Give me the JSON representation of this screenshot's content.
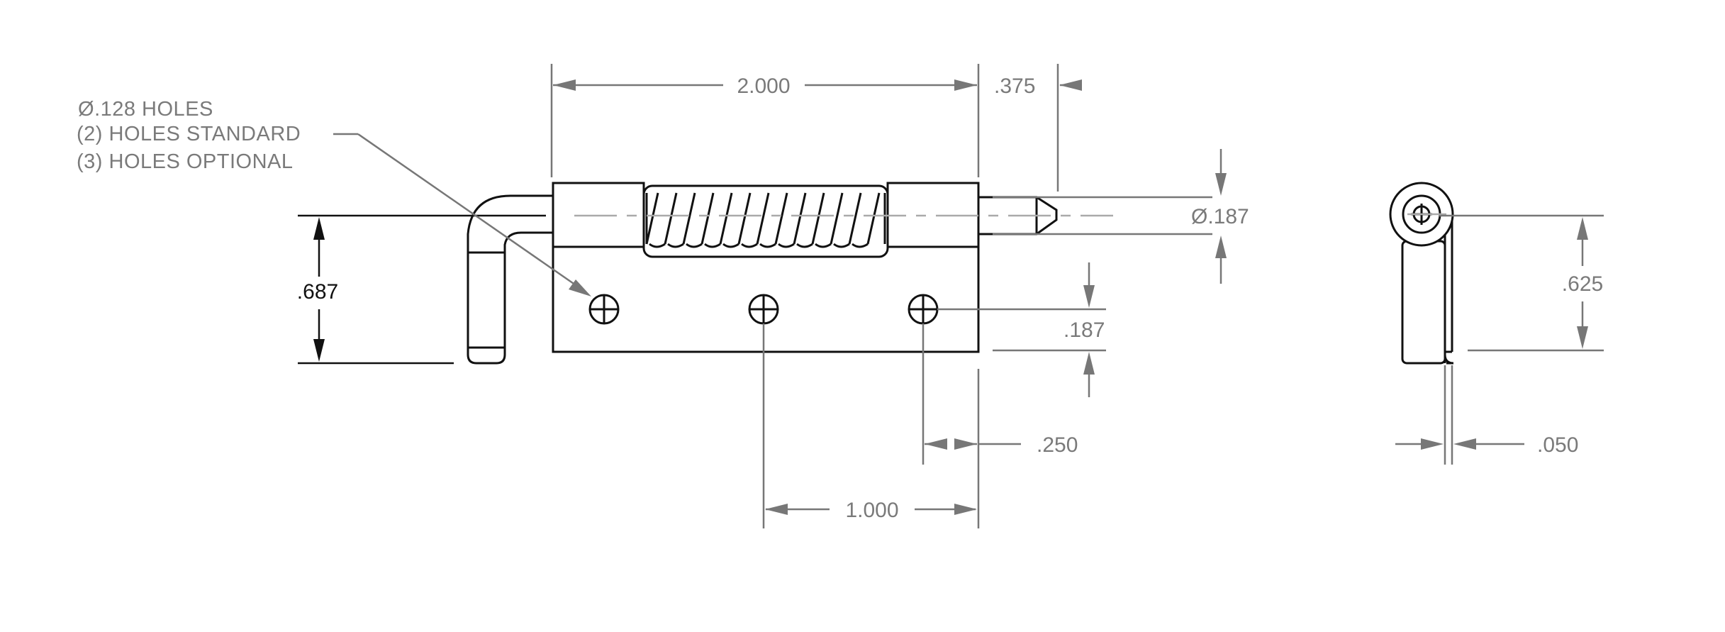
{
  "dimensions": {
    "overall_length": "2.000",
    "pin_extension": ".375",
    "pin_diameter": ".187",
    "height": ".687",
    "hole_edge_offset": ".187",
    "hole_end_offset": ".250",
    "hole_spacing": "1.000",
    "side_height": ".625",
    "thickness": ".050"
  },
  "note": {
    "symbol": "Ø",
    "line1": ".128 HOLES",
    "line2": "(2) HOLES STANDARD",
    "line3": "(3) HOLES OPTIONAL"
  },
  "colors": {
    "outline": "#111111",
    "dimension": "#777777"
  }
}
